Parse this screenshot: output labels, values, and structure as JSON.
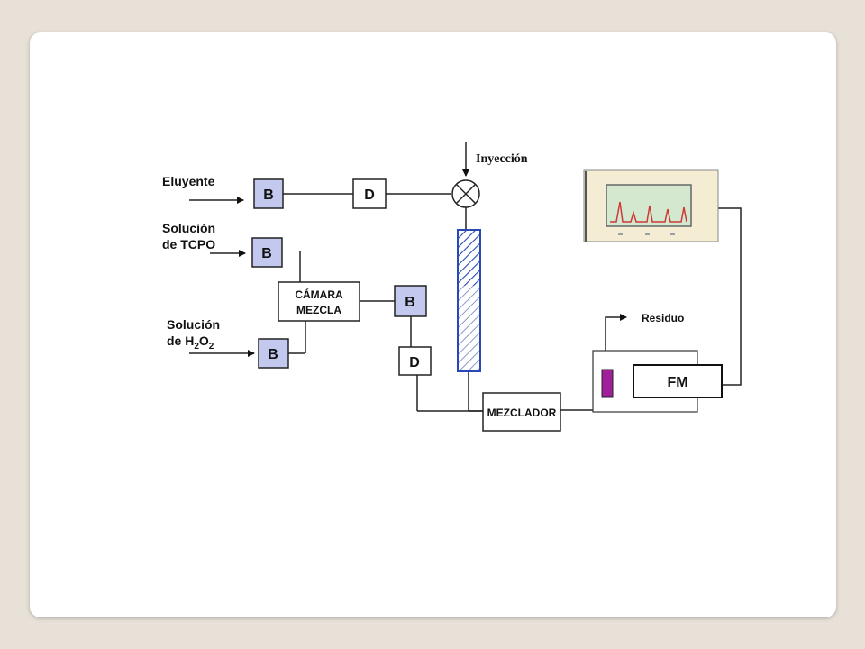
{
  "labels": {
    "eluent": "Eluyente",
    "tcpo_line1": "Solución",
    "tcpo_line2": "de TCPO",
    "h2o2_line1": "Solución",
    "h2o2_line2_prefix": "de H",
    "h2o2_sub1": "2",
    "h2o2_mid": "O",
    "h2o2_sub2": "2",
    "injection": "Inyección",
    "waste": "Residuo"
  },
  "components": {
    "pump": "B",
    "damper": "D",
    "mixing_chamber_line1": "CÁMARA",
    "mixing_chamber_line2": "MEZCLA",
    "mixer": "MEZCLADOR",
    "detector": "FM"
  },
  "colors": {
    "pump_fill": "#c3c8ef",
    "column_stroke": "#2848b8",
    "flow_cell": "#a0209a",
    "monitor_body": "#f5ecd4",
    "monitor_screen": "#d3e8cf",
    "chromatogram_trace": "#d03838"
  }
}
